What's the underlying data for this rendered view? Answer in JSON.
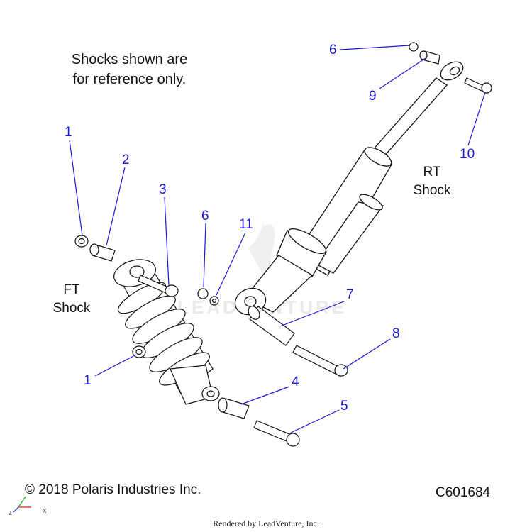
{
  "note": {
    "line1": "Shocks shown are",
    "line2": "for reference only."
  },
  "labels": {
    "ft_line1": "FT",
    "ft_line2": "Shock",
    "rt_line1": "RT",
    "rt_line2": "Shock"
  },
  "callouts": {
    "c1_top": "1",
    "c1_bottom": "1",
    "c2": "2",
    "c3": "3",
    "c4": "4",
    "c5": "5",
    "c6_top": "6",
    "c6_mid": "6",
    "c7": "7",
    "c8": "8",
    "c9": "9",
    "c10": "10",
    "c11": "11"
  },
  "footer": {
    "copyright": "© 2018 Polaris Industries Inc.",
    "code": "C601684",
    "rendered_by": "Rendered by LeadVenture, Inc."
  },
  "axes": {
    "z": "Z",
    "x": "X"
  },
  "watermark": "LEADVENTURE",
  "colors": {
    "callout": "#1a1ad6",
    "line_art": "#111111",
    "watermark": "#d9d9d9"
  }
}
